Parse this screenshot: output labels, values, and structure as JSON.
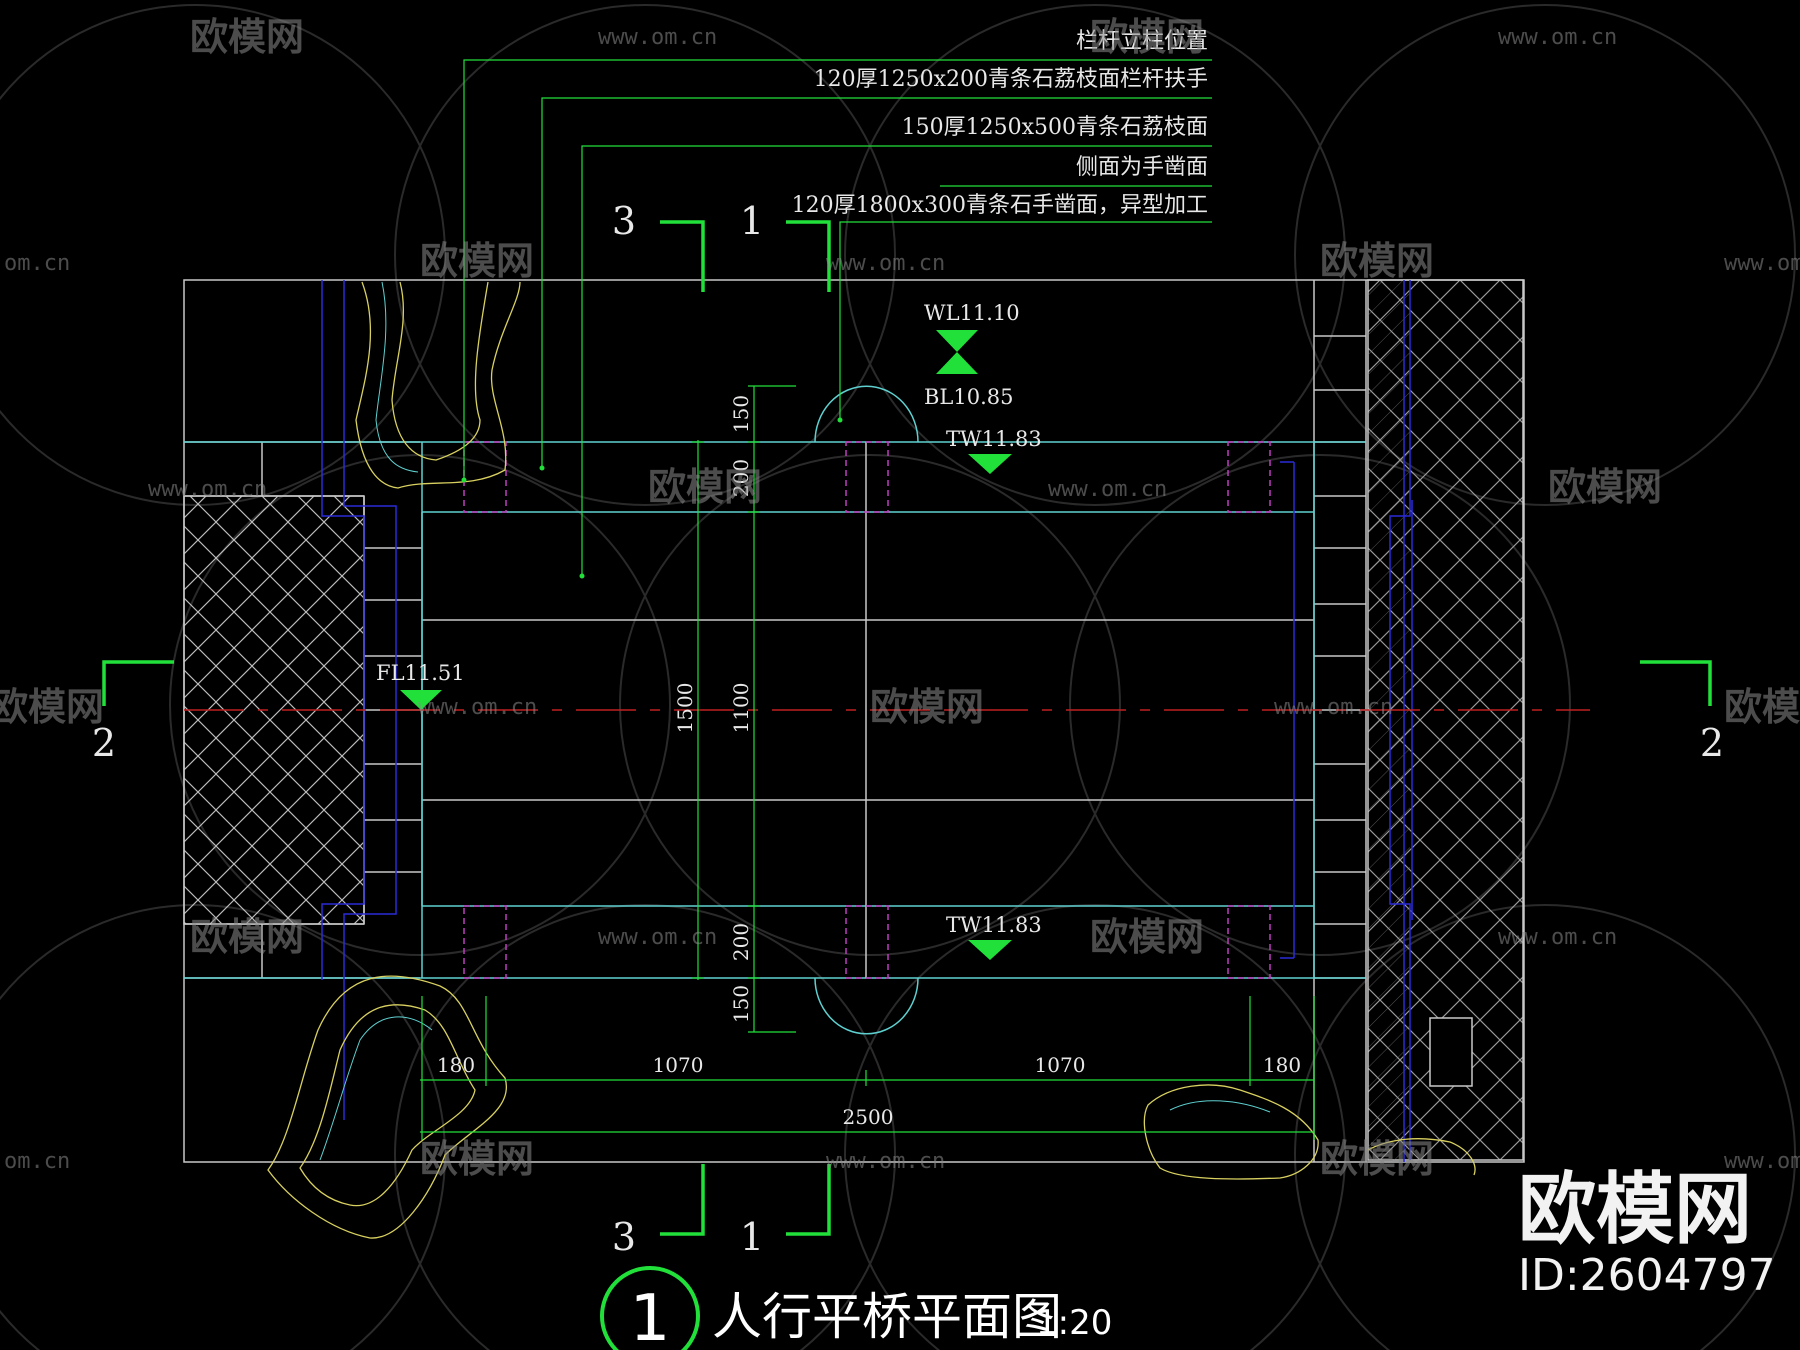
{
  "annotations": {
    "post_position": "栏杆立柱位置",
    "handrail": "120厚1250x200青条石荔枝面栏杆扶手",
    "deck": "150厚1250x500青条石荔枝面",
    "side_face": "侧面为手凿面",
    "edge_stone": "120厚1800x300青条石手凿面，异型加工"
  },
  "levels": {
    "wl": "WL11.10",
    "bl": "BL10.85",
    "tw_top": "TW11.83",
    "tw_bottom": "TW11.83",
    "fl": "FL11.51"
  },
  "dimensions": {
    "v_150_top": "150",
    "v_200_top": "200",
    "v_1500": "1500",
    "v_1100": "1100",
    "v_200_bottom": "200",
    "v_150_bottom": "150",
    "h_180_left": "180",
    "h_1070_left": "1070",
    "h_1070_right": "1070",
    "h_180_right": "180",
    "h_2500": "2500"
  },
  "section_marks": {
    "s3_top": "3",
    "s1_top": "1",
    "s3_bottom": "3",
    "s1_bottom": "1",
    "s2_left": "2",
    "s2_right": "2"
  },
  "title": {
    "number": "1",
    "name": "人行平桥平面图",
    "scale": "1:20"
  },
  "watermark": {
    "brand": "欧模网",
    "url": "www.om.cn",
    "url_short": "om.cn",
    "id": "ID:2604797"
  },
  "colors": {
    "background": "#000000",
    "outline": "#c8c8c8",
    "cyan": "#5fd0d0",
    "blue": "#2b2bd8",
    "green": "#22e03a",
    "magenta": "#c03cc0",
    "yellow": "#d8d060",
    "red": "#c02020"
  }
}
